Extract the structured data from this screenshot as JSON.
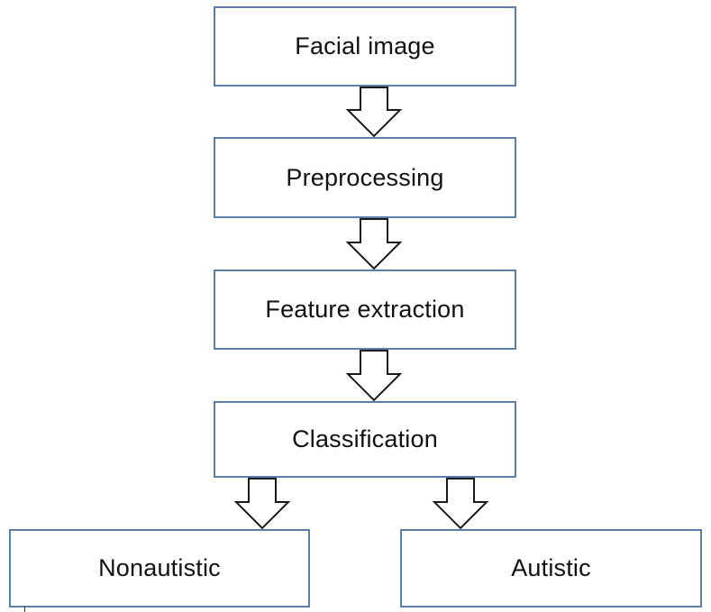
{
  "nodes": {
    "facial_image": "Facial image",
    "preprocessing": "Preprocessing",
    "feature_extraction": "Feature extraction",
    "classification": "Classification",
    "nonautistic": "Nonautistic",
    "autistic": "Autistic"
  },
  "edges": [
    {
      "from": "facial_image",
      "to": "preprocessing"
    },
    {
      "from": "preprocessing",
      "to": "feature_extraction"
    },
    {
      "from": "feature_extraction",
      "to": "classification"
    },
    {
      "from": "classification",
      "to": "nonautistic"
    },
    {
      "from": "classification",
      "to": "autistic"
    }
  ],
  "colors": {
    "box_border": "#5b7fa8",
    "arrow_stroke": "#1a1a1a",
    "text": "#111111"
  }
}
